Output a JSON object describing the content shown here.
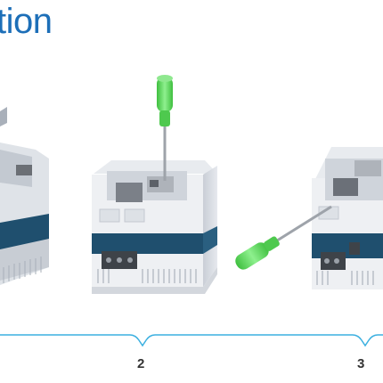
{
  "header": {
    "title": "tion"
  },
  "steps": [
    {
      "number": "2"
    },
    {
      "number": "3"
    }
  ],
  "colors": {
    "title": "#1d6fb8",
    "bracket": "#3cb0e0",
    "screwdriver_handle": "#5cd65c",
    "device_body": "#d6dbe2",
    "device_band": "#1f4f6e"
  },
  "icons": [
    "screwdriver-icon",
    "drive-unit-illustration"
  ]
}
